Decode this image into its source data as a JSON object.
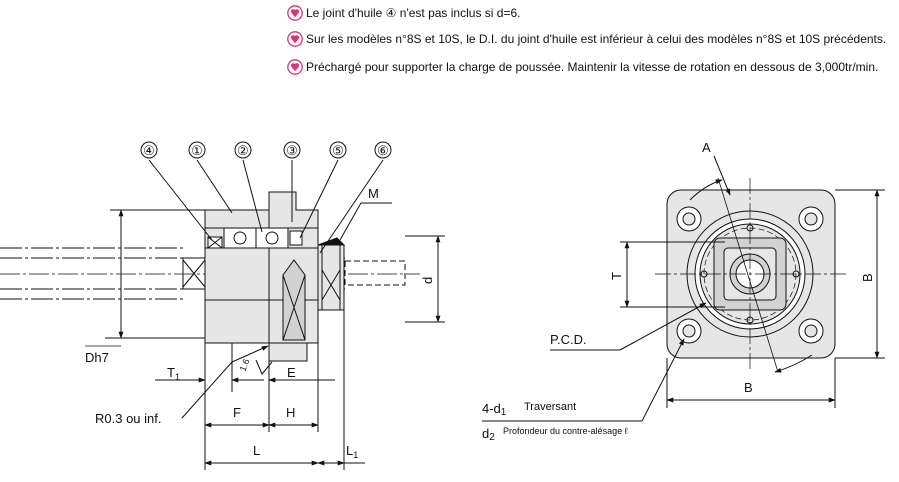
{
  "notes": [
    "Le joint d'huile ④ n'est pas inclus si d=6.",
    "Sur les modèles n°8S et 10S, le D.I. du joint d'huile est inférieur à celui des modèles n°8S et 10S précédents.",
    "Préchargé pour supporter la charge de poussée. Maintenir la vitesse de rotation en dessous de 3,000tr/min."
  ],
  "callouts": [
    "④",
    "①",
    "②",
    "③",
    "⑤",
    "⑥"
  ],
  "side_view": {
    "M": "M",
    "d": "d",
    "Dh7": "Dh7",
    "T1": "T",
    "T1_sub": "1",
    "roughness": "1.6",
    "E": "E",
    "R": "R0.3 ou inf.",
    "F": "F",
    "H": "H",
    "L": "L",
    "L1": "L",
    "L1_sub": "1"
  },
  "front_view": {
    "A": "A",
    "T": "T",
    "B_right": "B",
    "B_bottom": "B",
    "PCD": "P.C.D.",
    "hole_label": "4-d",
    "hole_sub": "1",
    "hole_note": "Traversant",
    "cb_label": "d",
    "cb_sub": "2",
    "cb_note": "Profondeur du contre-alésage ℓ"
  },
  "colors": {
    "line": "#111111",
    "fill_light": "#e6e6e6",
    "fill_mid": "#d2d2d2",
    "bullet": "#d6347c"
  }
}
